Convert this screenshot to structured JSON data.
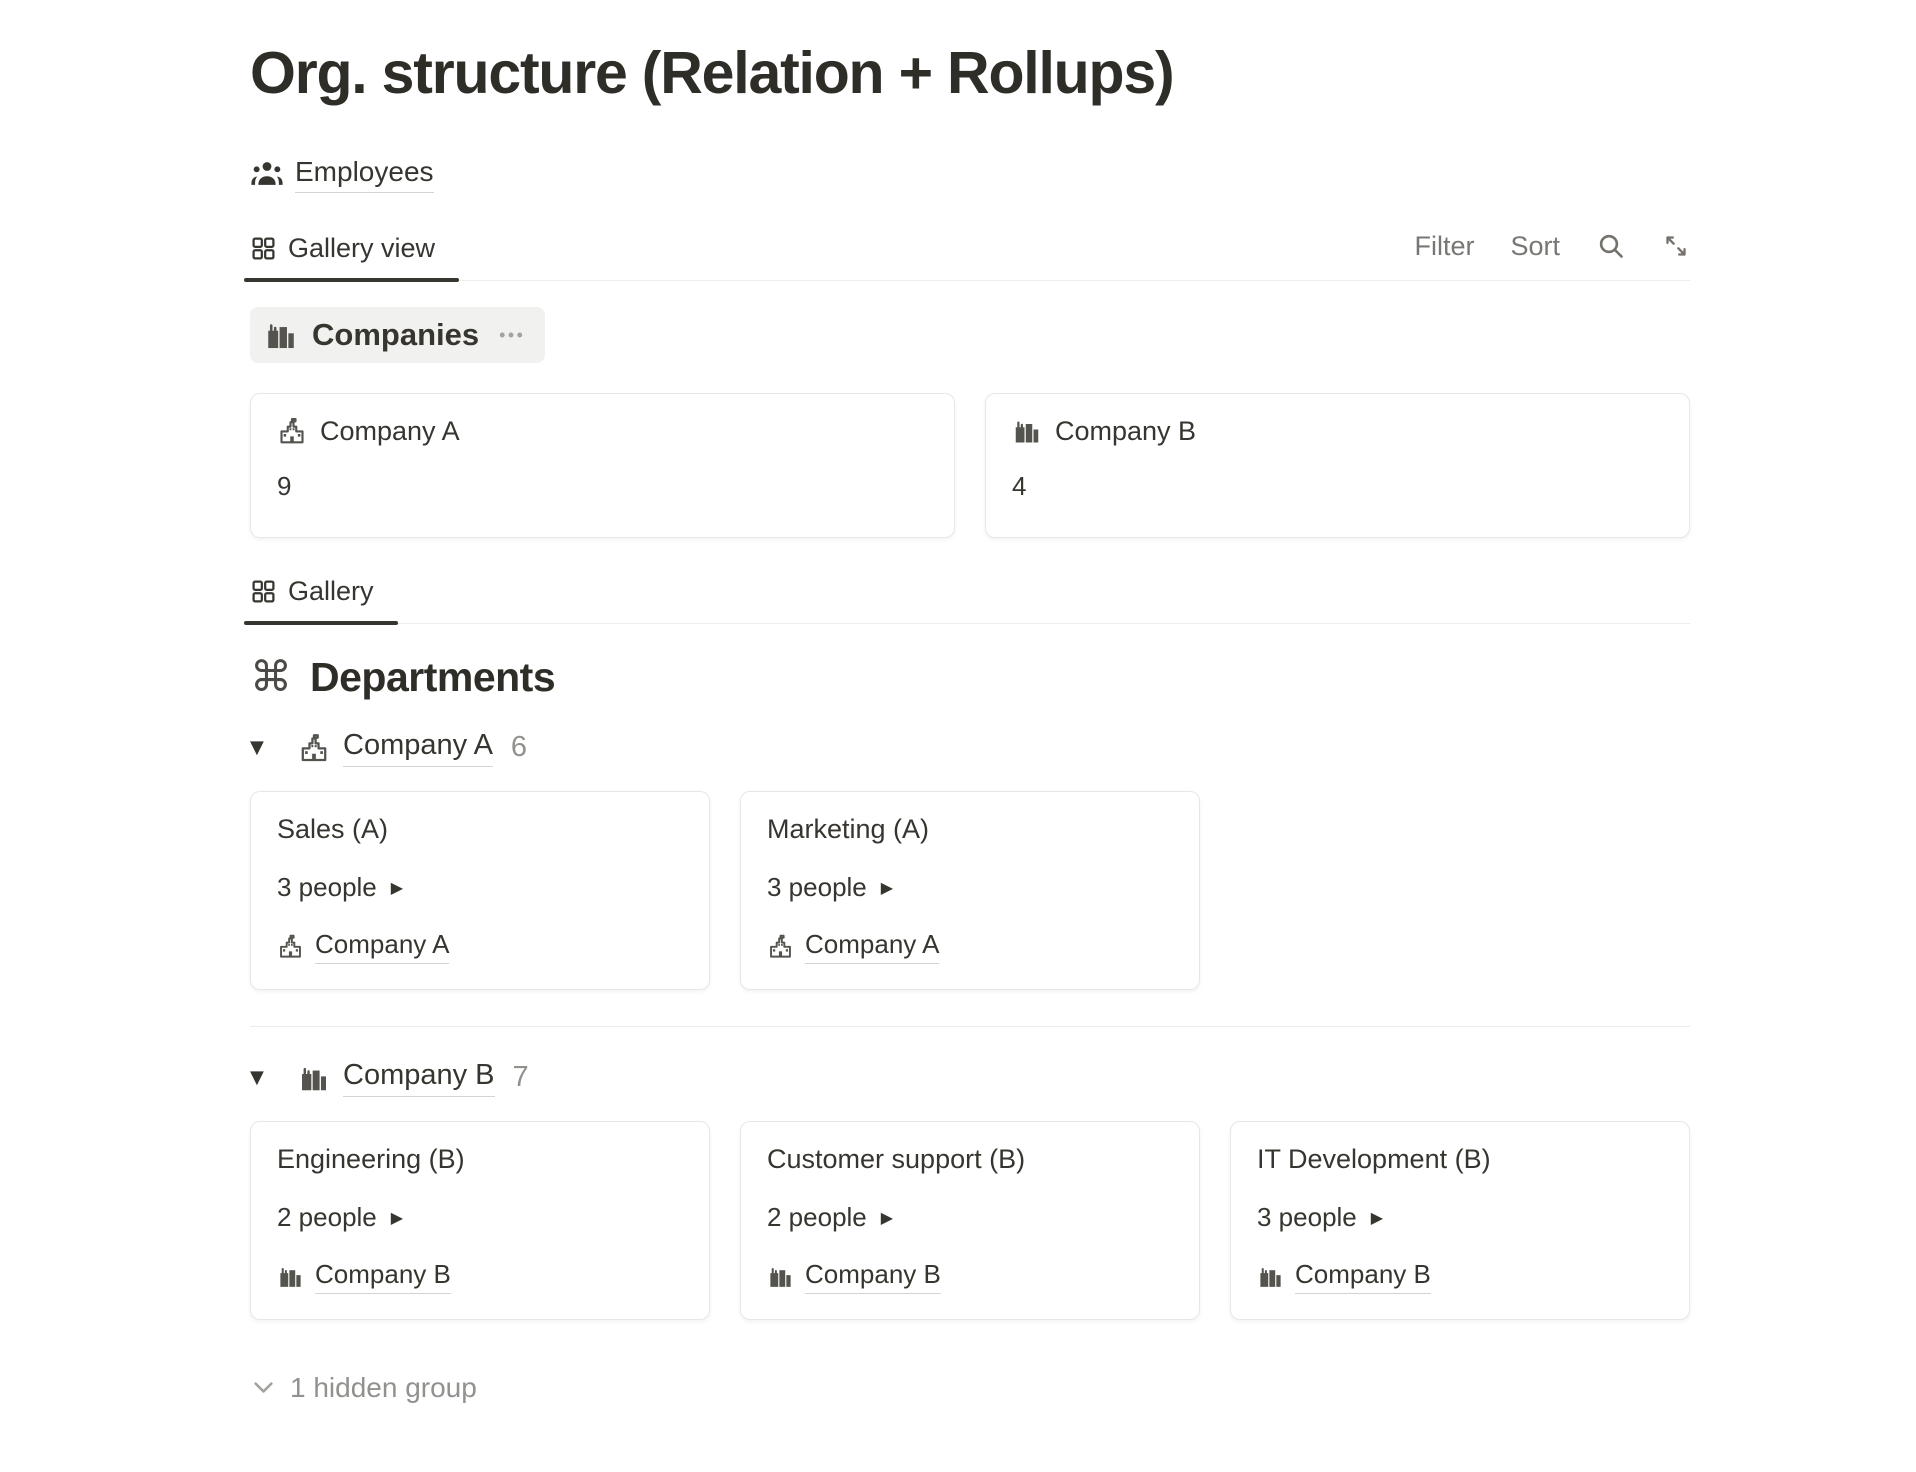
{
  "page": {
    "title": "Org. structure (Relation + Rollups)"
  },
  "nav": {
    "employees_label": "Employees"
  },
  "toolbar1": {
    "tab_label": "Gallery view",
    "filter_label": "Filter",
    "sort_label": "Sort"
  },
  "companies": {
    "title": "Companies",
    "cards": [
      {
        "name": "Company A",
        "value": "9"
      },
      {
        "name": "Company B",
        "value": "4"
      }
    ]
  },
  "toolbar2": {
    "tab_label": "Gallery"
  },
  "departments": {
    "title": "Departments",
    "groups": [
      {
        "name": "Company A",
        "count": "6",
        "cards": [
          {
            "title": "Sales (A)",
            "people": "3 people",
            "company": "Company A"
          },
          {
            "title": "Marketing (A)",
            "people": "3 people",
            "company": "Company A"
          }
        ]
      },
      {
        "name": "Company B",
        "count": "7",
        "cards": [
          {
            "title": "Engineering (B)",
            "people": "2 people",
            "company": "Company B"
          },
          {
            "title": "Customer support (B)",
            "people": "2 people",
            "company": "Company B"
          },
          {
            "title": "IT Development (B)",
            "people": "3 people",
            "company": "Company B"
          }
        ]
      }
    ],
    "hidden_label": "1 hidden group"
  },
  "glyphs": {
    "command": "⌘",
    "triangle_down": "▼",
    "triangle_right": "▶"
  },
  "colors": {
    "text": "#37352f",
    "secondary": "#787774",
    "muted": "#91918e",
    "chip_bg": "#f1f1ef",
    "card_border": "#e7e7e5",
    "active_tab": "#37352f"
  }
}
